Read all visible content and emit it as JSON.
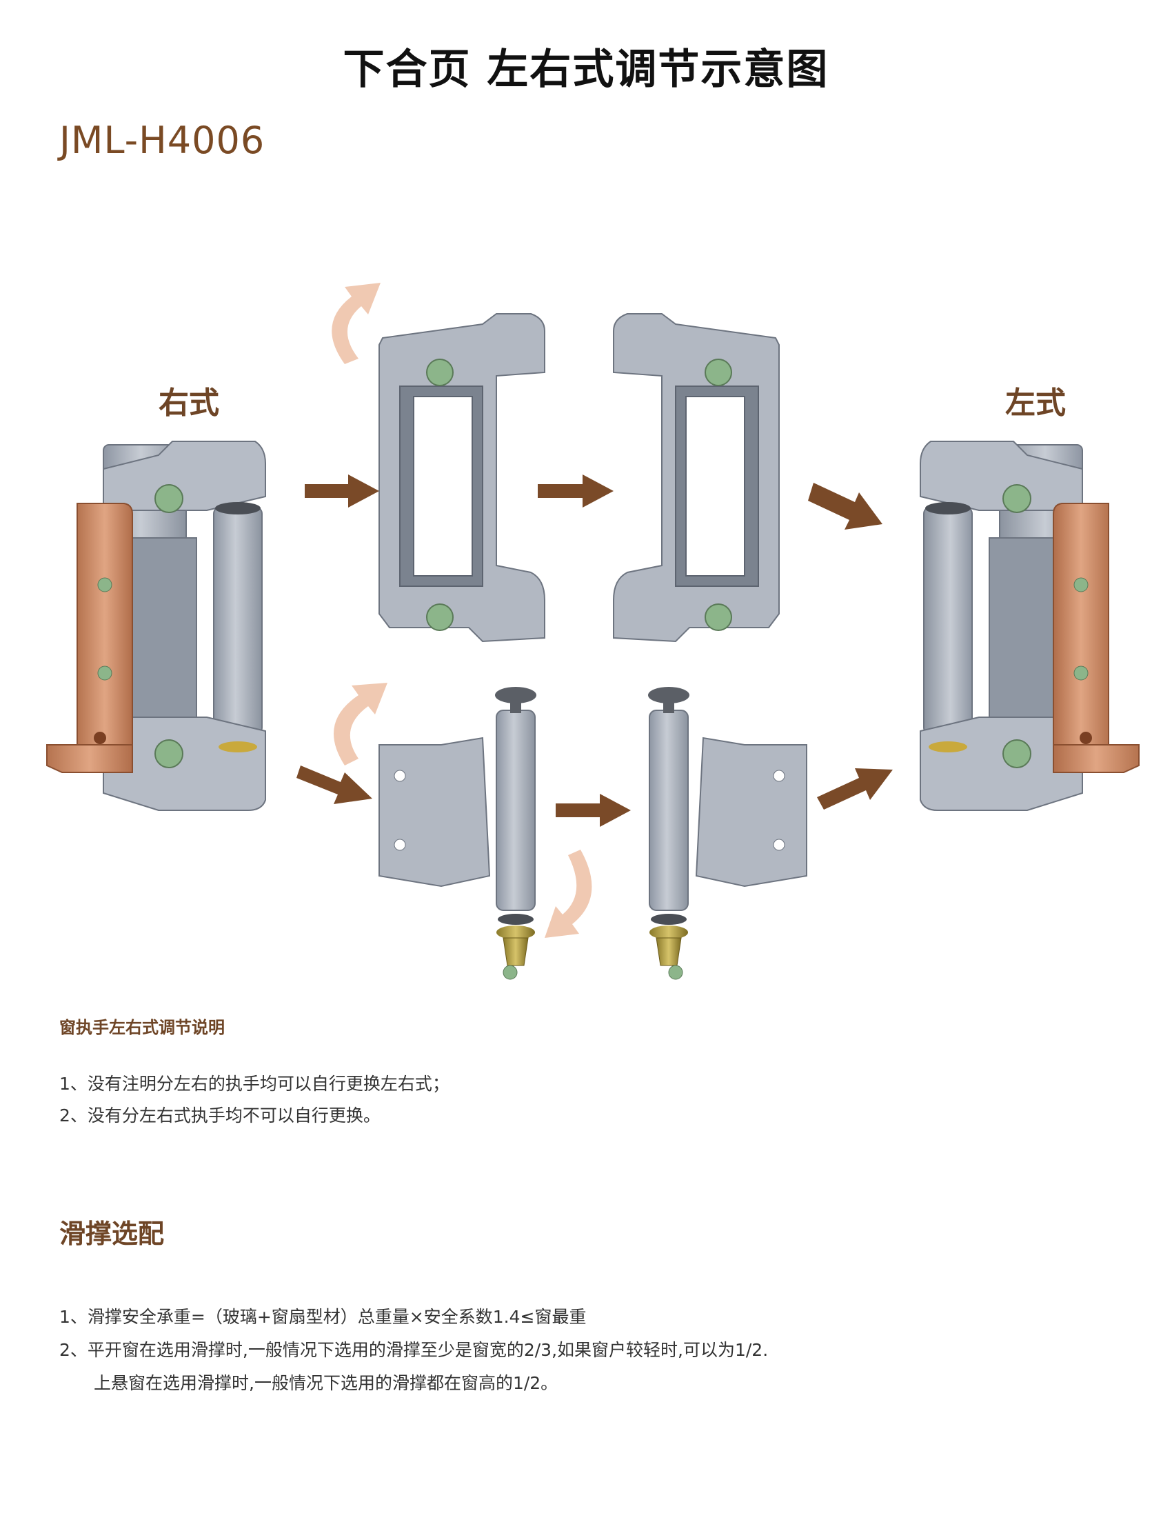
{
  "page": {
    "title": "下合页 左右式调节示意图",
    "model": "JML-H4006"
  },
  "diagram": {
    "label_right_type": "右式",
    "label_left_type": "左式"
  },
  "handle_section": {
    "title": "窗执手左右式调节说明",
    "items": [
      "1、没有注明分左右的执手均可以自行更换左右式；",
      "2、没有分左右式执手均不可以自行更换。"
    ]
  },
  "stay_section": {
    "title": "滑撑选配",
    "items": [
      "1、滑撑安全承重=（玻璃+窗扇型材）总重量×安全系数1.4≤窗最重",
      "2、平开窗在选用滑撑时,一般情况下选用的滑撑至少是窗宽的2/3,如果窗户较轻时,可以为1/2.",
      "上悬窗在选用滑撑时,一般情况下选用的滑撑都在窗高的1/2。"
    ]
  },
  "colors": {
    "accent_brown": "#6e4526",
    "arrow_brown": "#7a4a28",
    "rotate_arrow": "#f0c9b2",
    "metal": "#a9b0bb",
    "copper": "#c98a6a",
    "screw_green": "#8cb58a"
  }
}
